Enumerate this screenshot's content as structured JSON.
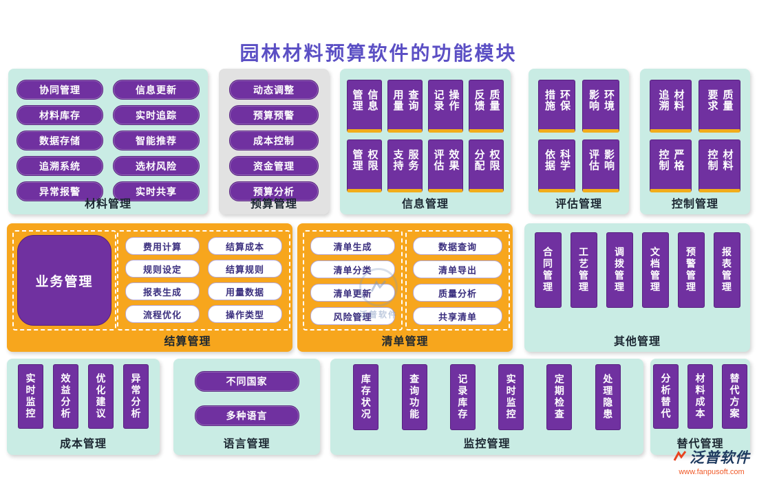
{
  "title": "园林材料预算软件的功能模块",
  "colors": {
    "panel_cyan": "#c9ece4",
    "panel_gray": "#e2e2e2",
    "panel_orange": "#f7a61d",
    "module_purple": "#7031a0",
    "accent_gold": "#f1ad1b",
    "title_purple": "#5b4fc4"
  },
  "panels": {
    "material": {
      "label": "材料管理",
      "items": [
        "协同管理",
        "信息更新",
        "材料库存",
        "实时追踪",
        "数据存储",
        "智能推荐",
        "追溯系统",
        "选材风险",
        "异常报警",
        "实时共享"
      ]
    },
    "budget": {
      "label": "预算管理",
      "items": [
        "动态调整",
        "预算预警",
        "成本控制",
        "资金管理",
        "预算分析"
      ]
    },
    "info": {
      "label": "信息管理",
      "items": [
        "信息管理",
        "查询用量",
        "操作记录",
        "质量反馈",
        "权限管理",
        "服务支持",
        "效果评估",
        "权限分配"
      ]
    },
    "evaluation": {
      "label": "评估管理",
      "items": [
        "环保措施",
        "环境影响",
        "科学依据",
        "影响评估"
      ]
    },
    "control": {
      "label": "控制管理",
      "items": [
        "材料追溯",
        "质量要求",
        "严格控制",
        "材料控制"
      ]
    },
    "business": {
      "label": "业务管理"
    },
    "settlement": {
      "label": "结算管理",
      "items": [
        "费用计算",
        "结算成本",
        "规则设定",
        "结算规则",
        "报表生成",
        "用量数据",
        "流程优化",
        "操作类型"
      ]
    },
    "list": {
      "label": "清单管理",
      "items_left": [
        "清单生成",
        "清单分类",
        "清单更新",
        "风险管理"
      ],
      "items_right": [
        "数据查询",
        "清单导出",
        "质量分析",
        "共享清单"
      ]
    },
    "other": {
      "label": "其他管理",
      "items": [
        "合同管理",
        "工艺管理",
        "调拨管理",
        "文档管理",
        "预警管理",
        "报表管理"
      ]
    },
    "cost": {
      "label": "成本管理",
      "items": [
        "实时监控",
        "效益分析",
        "优化建议",
        "异常分析"
      ]
    },
    "language": {
      "label": "语言管理",
      "items": [
        "不同国家",
        "多种语言"
      ]
    },
    "monitor": {
      "label": "监控管理",
      "items": [
        "库存状况",
        "查询功能",
        "记录库存",
        "实时监控",
        "定期检查",
        "处理隐患"
      ]
    },
    "replace": {
      "label": "替代管理",
      "items": [
        "分析替代",
        "材料成本",
        "替代方案"
      ]
    }
  },
  "watermark": {
    "text": "泛普软件"
  },
  "footer": {
    "brand": "泛普软件",
    "url": "www.fanpusoft.com"
  }
}
